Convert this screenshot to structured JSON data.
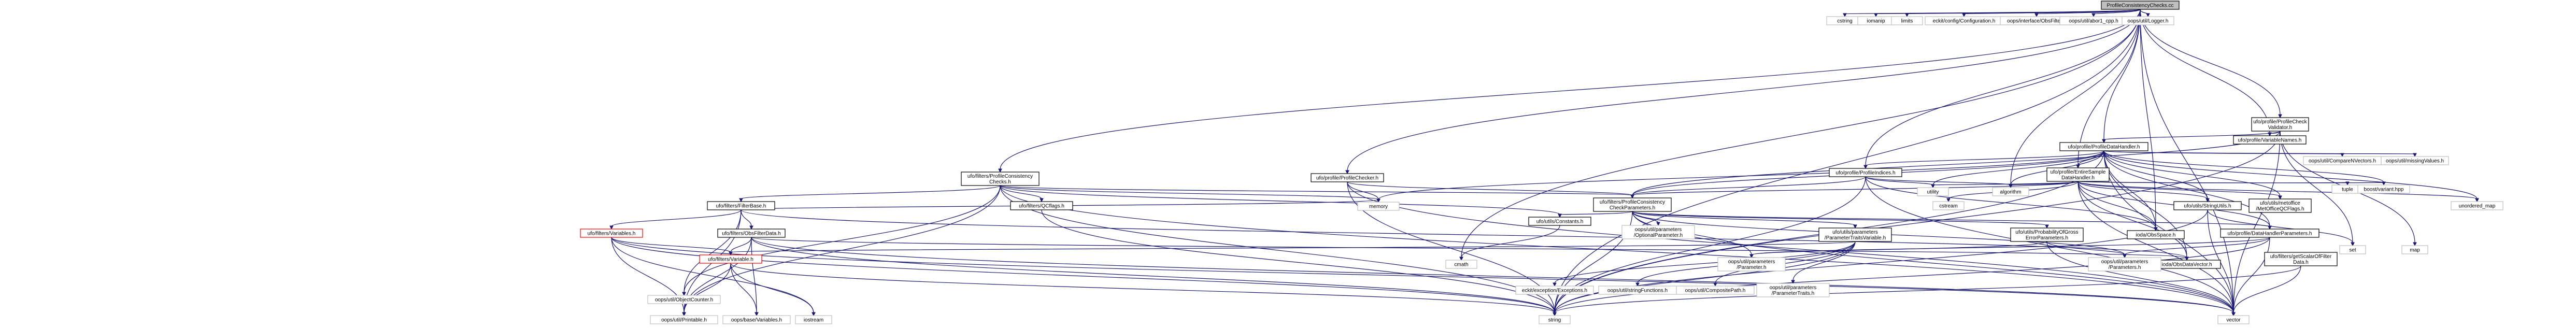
{
  "diagram": {
    "nodes": [
      {
        "id": "root",
        "lines": [
          "ProfileConsistencyChecks.cc"
        ],
        "kind": "root"
      },
      {
        "id": "pc_checks_h",
        "lines": [
          "ufo/filters/ProfileConsistency",
          "Checks.h"
        ],
        "kind": "normal"
      },
      {
        "id": "pc_checker_h",
        "lines": [
          "ufo/profile/ProfileChecker.h"
        ],
        "kind": "normal"
      },
      {
        "id": "pc_check_params_h",
        "lines": [
          "ufo/filters/ProfileConsistency",
          "CheckParameters.h"
        ],
        "kind": "normal"
      },
      {
        "id": "pc_check_validator_h",
        "lines": [
          "ufo/profile/ProfileCheck",
          "Validator.h"
        ],
        "kind": "normal"
      },
      {
        "id": "profile_data_handler_h",
        "lines": [
          "ufo/profile/ProfileDataHandler.h"
        ],
        "kind": "normal"
      },
      {
        "id": "profile_indices_h",
        "lines": [
          "ufo/profile/ProfileIndices.h"
        ],
        "kind": "normal"
      },
      {
        "id": "entire_sample_h",
        "lines": [
          "ufo/profile/EntireSample",
          "DataHandler.h"
        ],
        "kind": "normal"
      },
      {
        "id": "filter_base_h",
        "lines": [
          "ufo/filters/FilterBase.h"
        ],
        "kind": "normal"
      },
      {
        "id": "qc_flags_h",
        "lines": [
          "ufo/filters/QCflags.h"
        ],
        "kind": "normal"
      },
      {
        "id": "constants_h",
        "lines": [
          "ufo/utils/Constants.h"
        ],
        "kind": "normal"
      },
      {
        "id": "variables_h",
        "lines": [
          "ufo/filters/Variables.h"
        ],
        "kind": "red"
      },
      {
        "id": "obs_filter_data_h",
        "lines": [
          "ufo/filters/ObsFilterData.h"
        ],
        "kind": "normal"
      },
      {
        "id": "variable_h",
        "lines": [
          "ufo/filters/Variable.h"
        ],
        "kind": "red"
      },
      {
        "id": "param_traits_var_h",
        "lines": [
          "ufo/utils/parameters",
          "/ParameterTraitsVariable.h"
        ],
        "kind": "normal"
      },
      {
        "id": "prob_gross_error_h",
        "lines": [
          "ufo/utils/ProbabilityOfGross",
          "ErrorParameters.h"
        ],
        "kind": "normal"
      },
      {
        "id": "profile_dh_params_h",
        "lines": [
          "ufo/profile/DataHandlerParameters.h"
        ],
        "kind": "normal"
      },
      {
        "id": "get_scalar_h",
        "lines": [
          "ufo/filters/getScalarOfFilter",
          "Data.h"
        ],
        "kind": "normal"
      },
      {
        "id": "string_utils_h",
        "lines": [
          "ufo/utils/StringUtils.h"
        ],
        "kind": "normal"
      },
      {
        "id": "metoffice_flags_h",
        "lines": [
          "ufo/utils/metoffice",
          "/MetOfficeQCFlags.h"
        ],
        "kind": "normal"
      },
      {
        "id": "obs_space_h",
        "lines": [
          "ioda/ObsSpace.h"
        ],
        "kind": "normal"
      },
      {
        "id": "variable_names_h",
        "lines": [
          "ufo/profile/VariableNames.h"
        ],
        "kind": "normal"
      },
      {
        "id": "cstring",
        "lines": [
          "cstring"
        ],
        "kind": "leaf"
      },
      {
        "id": "iomanip",
        "lines": [
          "iomanip"
        ],
        "kind": "leaf"
      },
      {
        "id": "limits",
        "lines": [
          "limits"
        ],
        "kind": "leaf"
      },
      {
        "id": "eckit_config",
        "lines": [
          "eckit/config/Configuration.h"
        ],
        "kind": "leaf"
      },
      {
        "id": "oops_obsfilter",
        "lines": [
          "oops/interface/ObsFilter.h"
        ],
        "kind": "leaf"
      },
      {
        "id": "oops_cxx",
        "lines": [
          "oops/util/abor1_cpp.h"
        ],
        "kind": "leaf"
      },
      {
        "id": "oops_logger",
        "lines": [
          "oops/util/Logger.h"
        ],
        "kind": "leaf"
      },
      {
        "id": "oops_compare",
        "lines": [
          "oops/util/CompareNVectors.h"
        ],
        "kind": "leaf"
      },
      {
        "id": "oops_missing",
        "lines": [
          "oops/util/missingValues.h"
        ],
        "kind": "leaf"
      },
      {
        "id": "utility",
        "lines": [
          "utility"
        ],
        "kind": "leaf"
      },
      {
        "id": "algorithm",
        "lines": [
          "algorithm"
        ],
        "kind": "leaf"
      },
      {
        "id": "cmath",
        "lines": [
          "cmath"
        ],
        "kind": "leaf"
      },
      {
        "id": "tuple",
        "lines": [
          "tuple"
        ],
        "kind": "leaf"
      },
      {
        "id": "boost_variant",
        "lines": [
          "boost/variant.hpp"
        ],
        "kind": "leaf"
      },
      {
        "id": "unordered_map",
        "lines": [
          "unordered_map"
        ],
        "kind": "leaf"
      },
      {
        "id": "memory",
        "lines": [
          "memory"
        ],
        "kind": "leaf"
      },
      {
        "id": "set",
        "lines": [
          "set"
        ],
        "kind": "leaf"
      },
      {
        "id": "map",
        "lines": [
          "map"
        ],
        "kind": "leaf"
      },
      {
        "id": "ioda_obsdatavector",
        "lines": [
          "ioda/ObsDataVector.h"
        ],
        "kind": "normal"
      },
      {
        "id": "oops_optional_param",
        "lines": [
          "oops/util/parameters",
          "/OptionalParameter.h"
        ],
        "kind": "leaf"
      },
      {
        "id": "oops_param_h",
        "lines": [
          "oops/util/parameters",
          "/Parameter.h"
        ],
        "kind": "leaf"
      },
      {
        "id": "oops_params_h",
        "lines": [
          "oops/util/parameters",
          "/Parameters.h"
        ],
        "kind": "leaf"
      },
      {
        "id": "oops_obj_counter",
        "lines": [
          "oops/util/ObjectCounter.h"
        ],
        "kind": "leaf"
      },
      {
        "id": "oops_printable",
        "lines": [
          "oops/util/Printable.h"
        ],
        "kind": "leaf"
      },
      {
        "id": "oops_base_vars",
        "lines": [
          "oops/base/Variables.h"
        ],
        "kind": "leaf"
      },
      {
        "id": "iostream",
        "lines": [
          "iostream"
        ],
        "kind": "leaf"
      },
      {
        "id": "string",
        "lines": [
          "string"
        ],
        "kind": "leaf"
      },
      {
        "id": "vector",
        "lines": [
          "vector"
        ],
        "kind": "leaf"
      },
      {
        "id": "eckit_exception",
        "lines": [
          "eckit/exception/Exceptions.h"
        ],
        "kind": "leaf"
      },
      {
        "id": "oops_string_funcs",
        "lines": [
          "oops/util/stringFunctions.h"
        ],
        "kind": "leaf"
      },
      {
        "id": "oops_composite_path",
        "lines": [
          "oops/util/CompositePath.h"
        ],
        "kind": "leaf"
      },
      {
        "id": "oops_param_traits",
        "lines": [
          "oops/util/parameters",
          "/ParameterTraits.h"
        ],
        "kind": "leaf"
      },
      {
        "id": "cstream",
        "lines": [
          "cstream"
        ],
        "kind": "leaf"
      }
    ]
  }
}
